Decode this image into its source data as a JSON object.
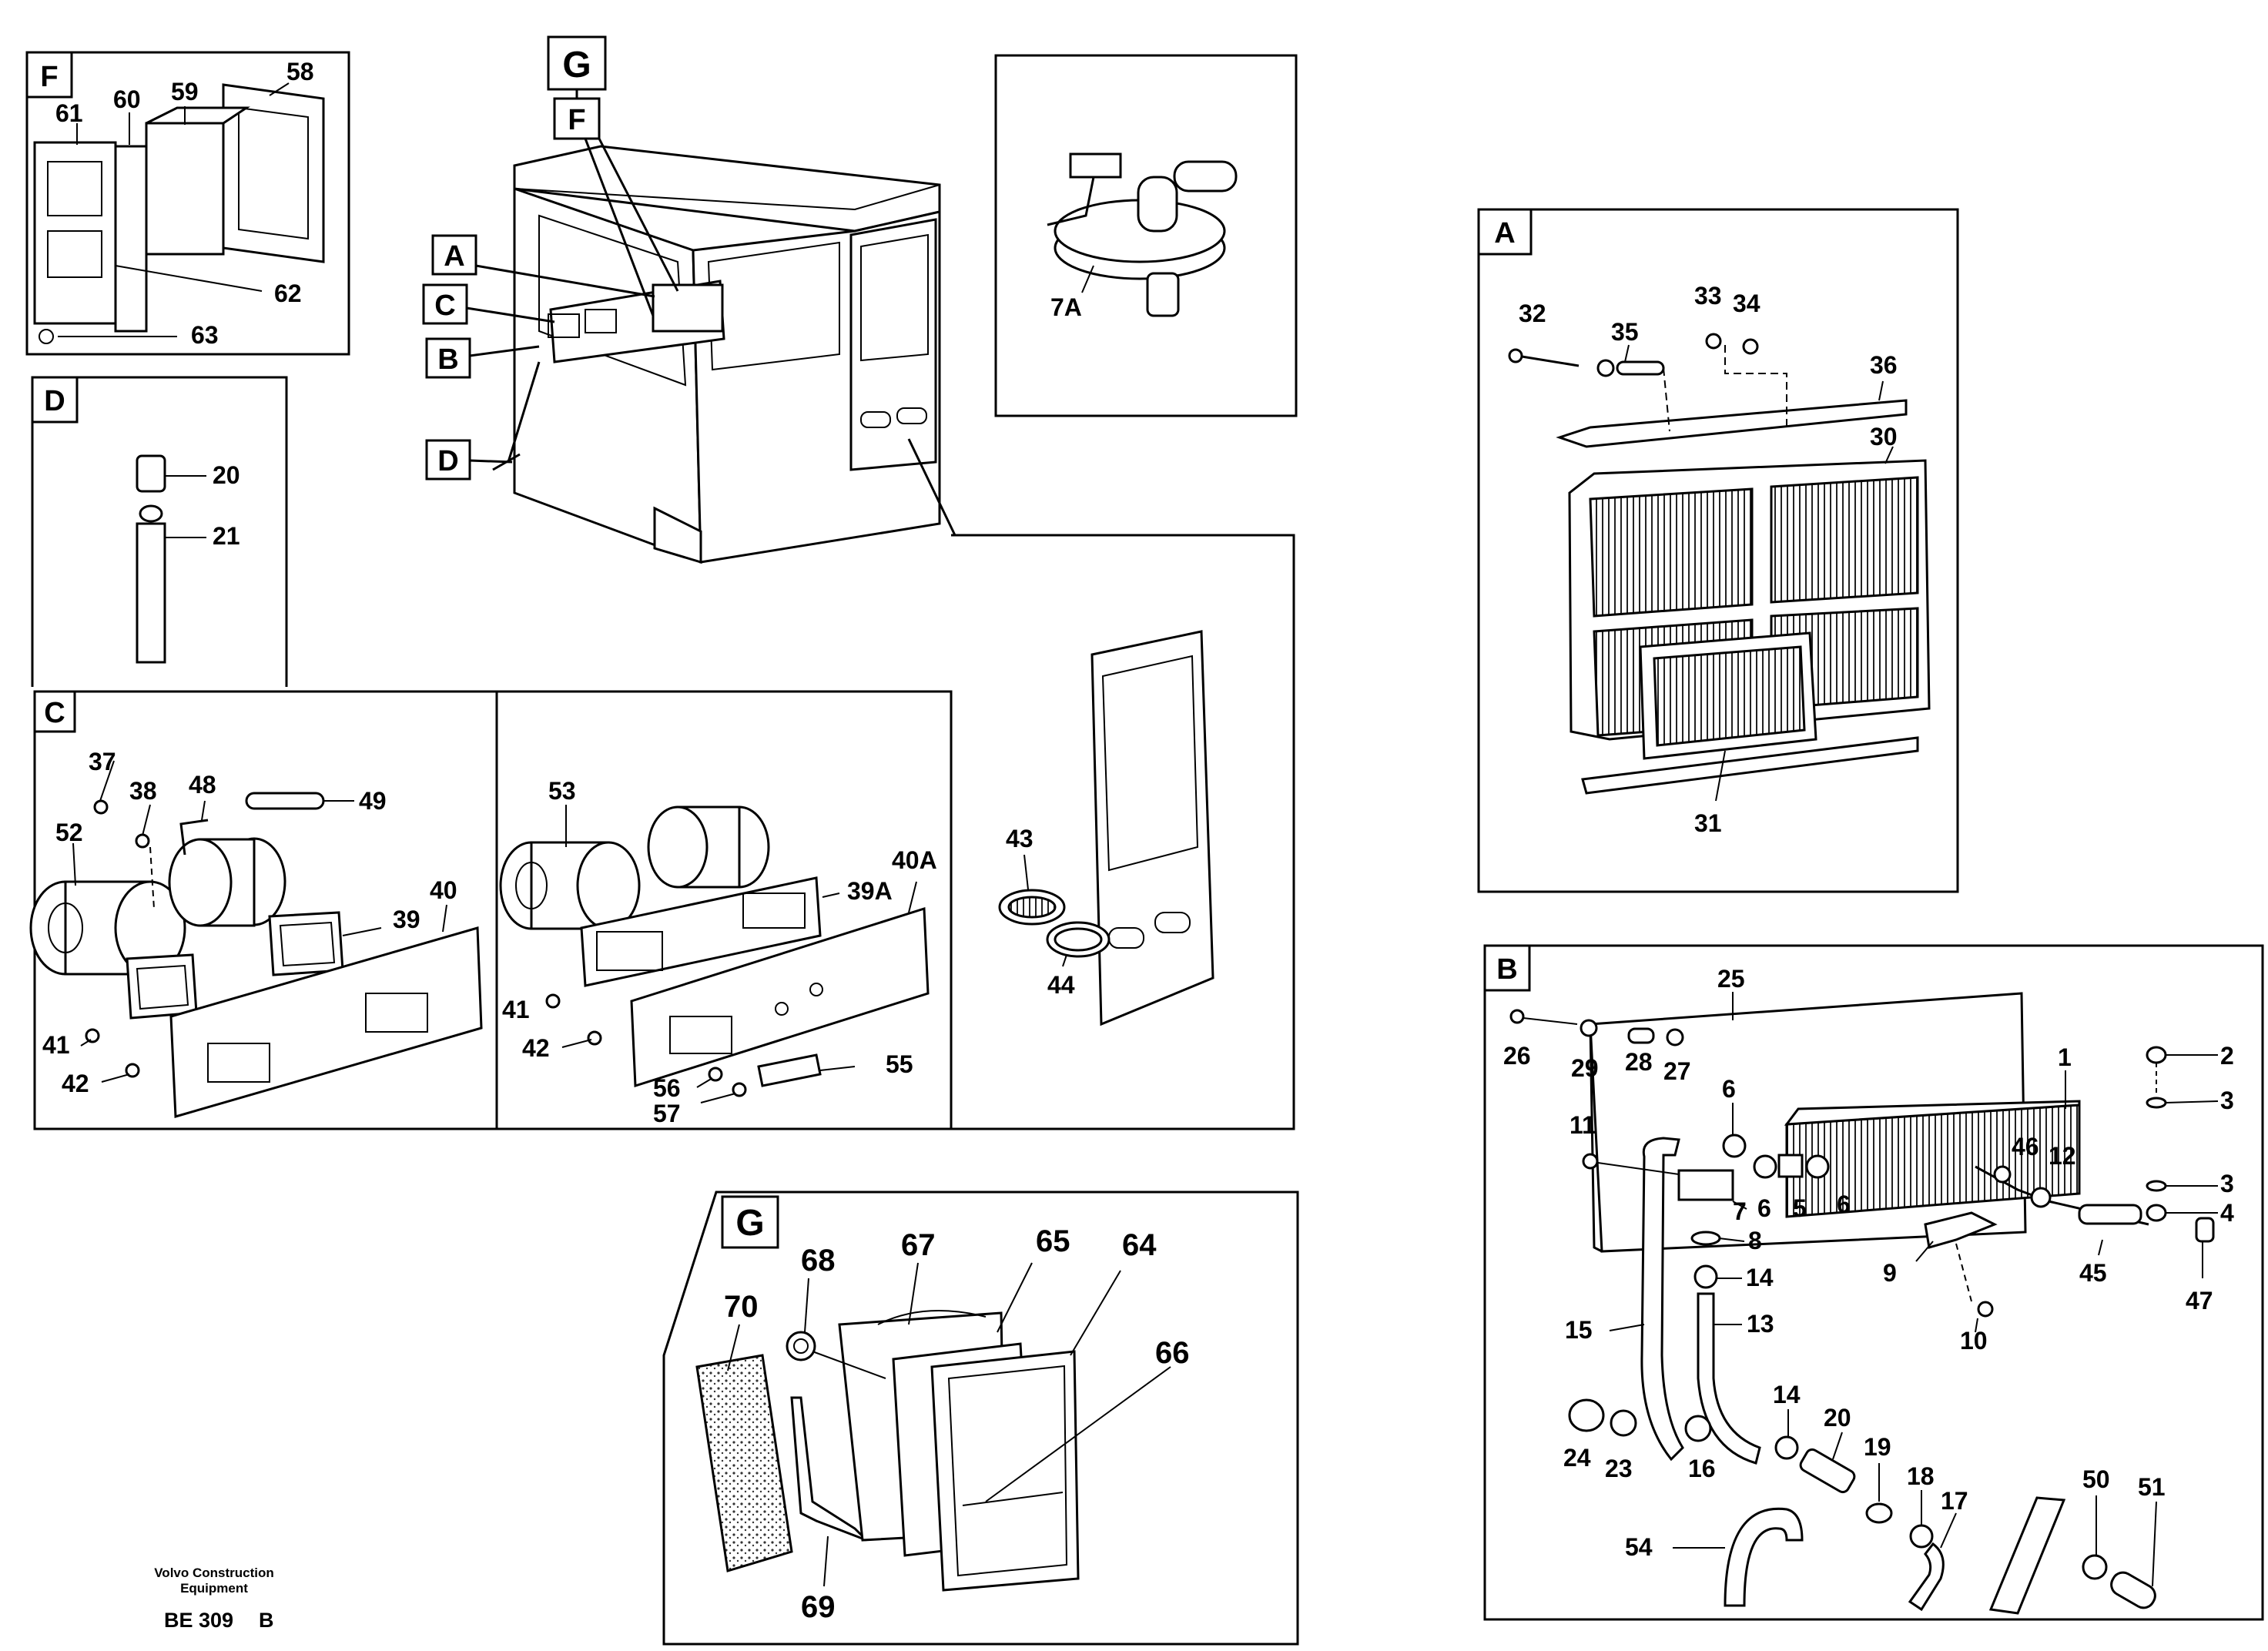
{
  "footer": {
    "brand": "Volvo Construction",
    "brand_sub": "Equipment",
    "code": "BE 309",
    "revision": "B"
  },
  "cab_callouts": [
    "G",
    "F",
    "A",
    "C",
    "B",
    "D"
  ],
  "panels": {
    "F": {
      "tag": "F",
      "parts": [
        "58",
        "59",
        "60",
        "61",
        "62",
        "63"
      ]
    },
    "D": {
      "tag": "D",
      "parts": [
        "20",
        "21"
      ]
    },
    "valve": {
      "parts": [
        "7A"
      ]
    },
    "A": {
      "tag": "A",
      "parts": [
        "32",
        "33",
        "34",
        "35",
        "36",
        "30",
        "31"
      ]
    },
    "B": {
      "tag": "B",
      "parts": [
        "25",
        "1",
        "2",
        "3",
        "3",
        "4",
        "26",
        "29",
        "28",
        "27",
        "6",
        "11",
        "6",
        "5",
        "6",
        "7",
        "8",
        "46",
        "12",
        "9",
        "45",
        "47",
        "14",
        "13",
        "15",
        "10",
        "24",
        "23",
        "16",
        "14",
        "20",
        "19",
        "18",
        "17",
        "50",
        "51",
        "54"
      ]
    },
    "C": {
      "tag": "C",
      "parts": [
        "37",
        "38",
        "48",
        "49",
        "52",
        "39",
        "40",
        "41",
        "42"
      ]
    },
    "C2": {
      "parts": [
        "53",
        "40A",
        "39A",
        "41",
        "42",
        "56",
        "57",
        "55"
      ]
    },
    "door": {
      "parts": [
        "43",
        "44"
      ]
    },
    "G": {
      "tag": "G",
      "parts": [
        "68",
        "67",
        "65",
        "64",
        "70",
        "66",
        "69"
      ]
    }
  }
}
